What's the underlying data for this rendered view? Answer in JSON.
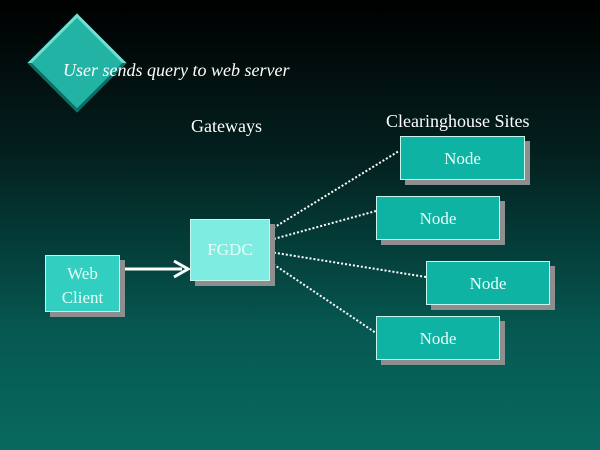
{
  "slide": {
    "title": "User sends query to web server"
  },
  "labels": {
    "gateways": "Gateways",
    "clearinghouse_sites": "Clearinghouse Sites"
  },
  "boxes": {
    "web_client": {
      "line1": "Web",
      "line2": "Client"
    },
    "gateway": "FGDC",
    "nodes": [
      "Node",
      "Node",
      "Node",
      "Node"
    ]
  },
  "colors": {
    "node_fill": "#0fb3a3",
    "gateway_fill": "#7fece2",
    "client_fill": "#32cfc0",
    "diamond_fill": "#22b3a4"
  }
}
